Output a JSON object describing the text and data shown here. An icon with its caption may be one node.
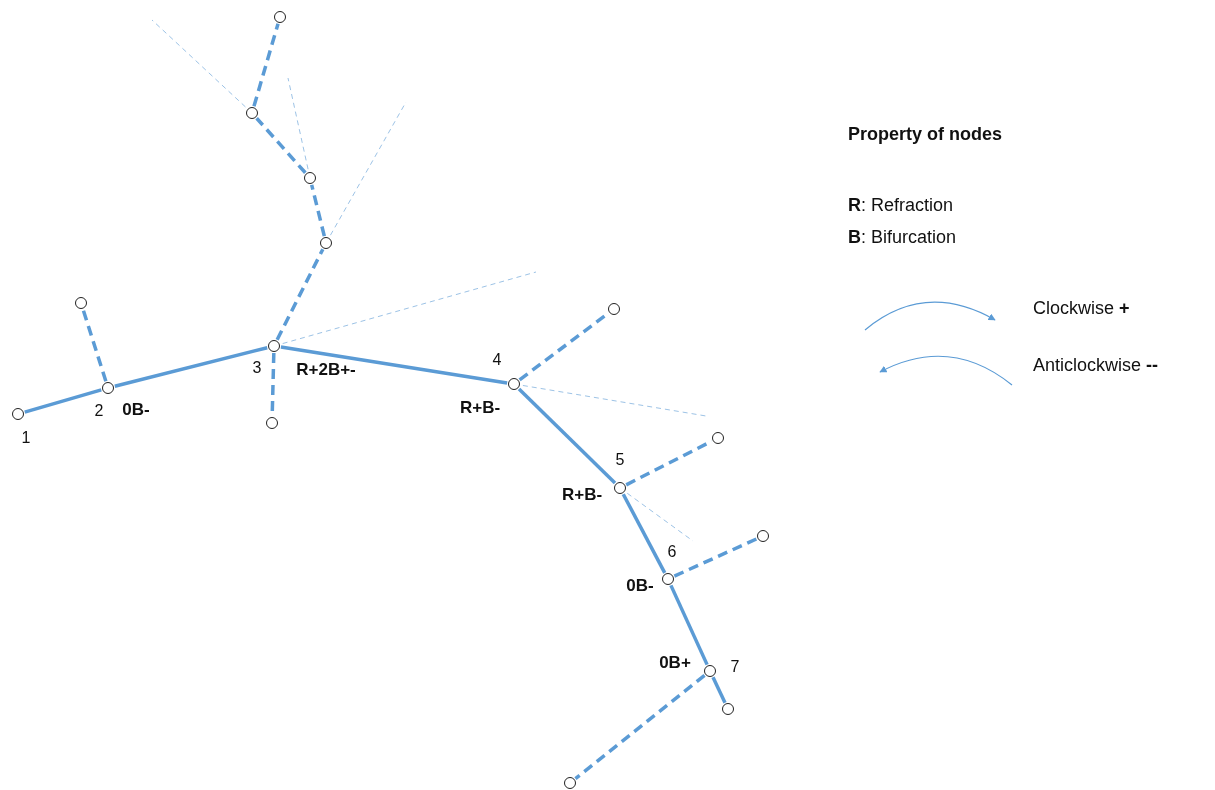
{
  "diagram": {
    "nodes": [
      {
        "text": [],
        "shape": "circle",
        "beside": [
          "1"
        ]
      },
      {
        "text": [],
        "shape": "circle",
        "beside": [
          "2",
          "0B-"
        ]
      },
      {
        "text": [],
        "shape": "circle"
      },
      {
        "text": [],
        "shape": "circle",
        "beside": [
          "3",
          "R+2B+-"
        ]
      },
      {
        "text": [],
        "shape": "circle"
      },
      {
        "text": [],
        "shape": "circle"
      },
      {
        "text": [],
        "shape": "circle"
      },
      {
        "text": [],
        "shape": "circle"
      },
      {
        "text": [],
        "shape": "circle"
      },
      {
        "text": [],
        "shape": "circle",
        "beside": [
          "4",
          "R+B-"
        ]
      },
      {
        "text": [],
        "shape": "circle"
      },
      {
        "text": [],
        "shape": "circle",
        "beside": [
          "5",
          "R+B-"
        ]
      },
      {
        "text": [],
        "shape": "circle"
      },
      {
        "text": [],
        "shape": "circle",
        "beside": [
          "6",
          "0B-"
        ]
      },
      {
        "text": [],
        "shape": "circle"
      },
      {
        "text": [],
        "shape": "circle",
        "beside": [
          "7",
          "0B+"
        ]
      },
      {
        "text": [],
        "shape": "circle"
      },
      {
        "text": [],
        "shape": "circle"
      }
    ],
    "edges": [
      {
        "from": 0,
        "to": 1,
        "arrow": "none"
      },
      {
        "from": 1,
        "to": 2,
        "arrow": "none",
        "style": "dashed"
      },
      {
        "from": 1,
        "to": 3,
        "arrow": "none"
      },
      {
        "from": 3,
        "to": 4,
        "arrow": "none",
        "style": "dashed"
      },
      {
        "from": 3,
        "to": 5,
        "arrow": "none",
        "style": "dashed"
      },
      {
        "from": 5,
        "to": 6,
        "arrow": "none",
        "style": "dashed"
      },
      {
        "from": 6,
        "to": 7,
        "arrow": "none",
        "style": "dashed"
      },
      {
        "from": 7,
        "to": 8,
        "arrow": "none",
        "style": "dashed"
      },
      {
        "from": 3,
        "to": 9,
        "arrow": "none"
      },
      {
        "from": 9,
        "to": 10,
        "arrow": "none",
        "style": "dashed"
      },
      {
        "from": 9,
        "to": 11,
        "arrow": "none"
      },
      {
        "from": 11,
        "to": 12,
        "arrow": "none",
        "style": "dashed"
      },
      {
        "from": 11,
        "to": 13,
        "arrow": "none"
      },
      {
        "from": 13,
        "to": 14,
        "arrow": "none",
        "style": "dashed"
      },
      {
        "from": 13,
        "to": 15,
        "arrow": "none"
      },
      {
        "from": 15,
        "to": 16,
        "arrow": "none"
      },
      {
        "from": 15,
        "to": 17,
        "arrow": "none",
        "style": "dashed"
      }
    ],
    "labels": [
      "Property of nodes",
      "**R**: Refraction",
      "**B**: Bifurcation",
      "Clockwise **+**",
      "Anticlockwise **--**"
    ]
  }
}
